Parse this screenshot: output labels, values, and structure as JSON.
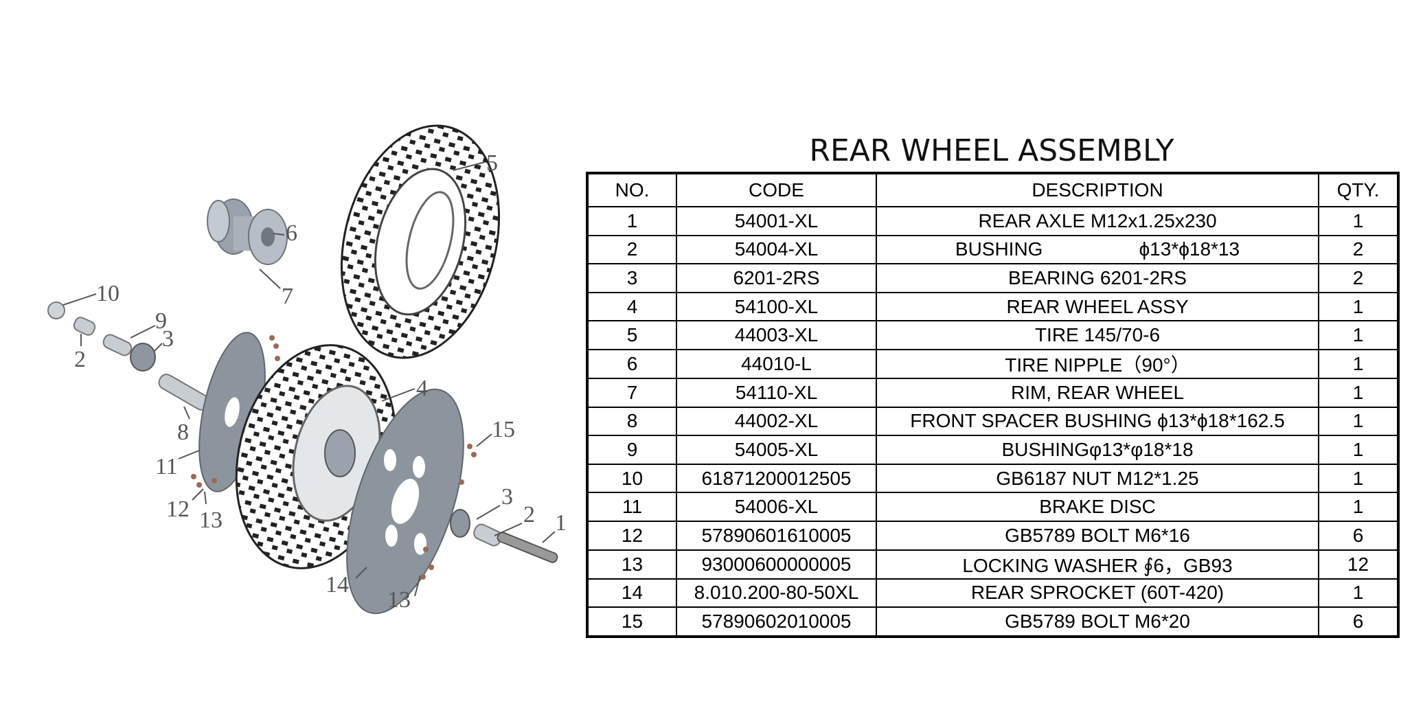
{
  "title": "REAR WHEEL ASSEMBLY",
  "table": {
    "headers": {
      "no": "NO.",
      "code": "CODE",
      "description": "DESCRIPTION",
      "qty": "QTY."
    },
    "rows": [
      {
        "no": "1",
        "code": "54001-XL",
        "description": "REAR AXLE M12x1.25x230",
        "qty": "1"
      },
      {
        "no": "2",
        "code": "54004-XL",
        "description": "BUSHING                  ϕ13*ϕ18*13",
        "qty": "2"
      },
      {
        "no": "3",
        "code": "6201-2RS",
        "description": "BEARING 6201-2RS",
        "qty": "2"
      },
      {
        "no": "4",
        "code": "54100-XL",
        "description": "REAR WHEEL ASSY",
        "qty": "1"
      },
      {
        "no": "5",
        "code": "44003-XL",
        "description": "TIRE 145/70-6",
        "qty": "1"
      },
      {
        "no": "6",
        "code": "44010-L",
        "description": "TIRE NIPPLE（90°）",
        "qty": "1"
      },
      {
        "no": "7",
        "code": "54110-XL",
        "description": "RIM, REAR WHEEL",
        "qty": "1"
      },
      {
        "no": "8",
        "code": "44002-XL",
        "description": "FRONT SPACER BUSHING ϕ13*ϕ18*162.5",
        "qty": "1"
      },
      {
        "no": "9",
        "code": "54005-XL",
        "description": "BUSHINGφ13*φ18*18",
        "qty": "1"
      },
      {
        "no": "10",
        "code": "61871200012505",
        "description": "GB6187 NUT M12*1.25",
        "qty": "1"
      },
      {
        "no": "11",
        "code": "54006-XL",
        "description": "BRAKE DISC",
        "qty": "1"
      },
      {
        "no": "12",
        "code": "57890601610005",
        "description": "GB5789 BOLT M6*16",
        "qty": "6"
      },
      {
        "no": "13",
        "code": "93000600000005",
        "description": "LOCKING WASHER ∮6，GB93",
        "qty": "12"
      },
      {
        "no": "14",
        "code": "8.010.200-80-50XL",
        "description": "REAR SPROCKET (60T-420)",
        "qty": "1"
      },
      {
        "no": "15",
        "code": "57890602010005",
        "description": "GB5789 BOLT M6*20",
        "qty": "6"
      }
    ]
  },
  "diagram": {
    "callouts": [
      "5",
      "6",
      "7",
      "10",
      "9",
      "3",
      "2",
      "8",
      "11",
      "4",
      "12",
      "13",
      "15",
      "3",
      "2",
      "1",
      "14",
      "13"
    ]
  }
}
